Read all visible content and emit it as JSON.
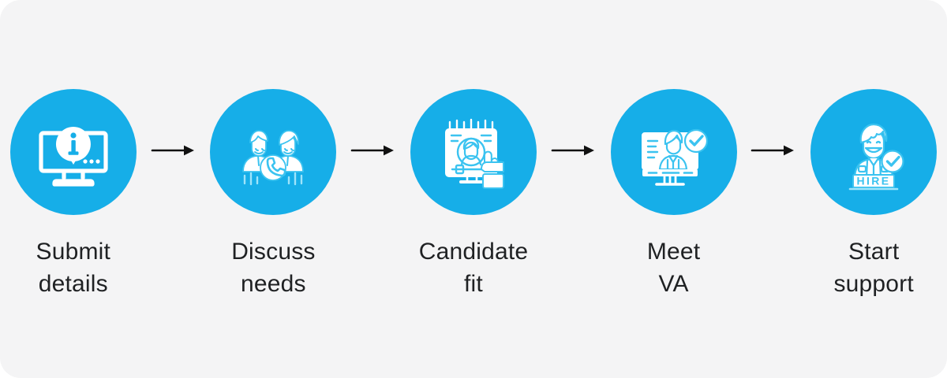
{
  "theme": {
    "card_background": "#f4f4f5",
    "page_background": "#ffffff",
    "accent": "#16aee8",
    "icon_color": "#ffffff",
    "label_color": "#1f2123",
    "arrow_color": "#111111"
  },
  "process": {
    "steps": [
      {
        "index": 1,
        "label": "Submit\ndetails",
        "icon": "monitor-info-bubble-icon",
        "icon_name": "submit-details-icon"
      },
      {
        "index": 2,
        "label": "Discuss\nneeds",
        "icon": "two-people-phone-call-icon",
        "icon_name": "discuss-needs-icon"
      },
      {
        "index": 3,
        "label": "Candidate\nfit",
        "icon": "candidate-profile-hand-select-icon",
        "icon_name": "candidate-fit-icon"
      },
      {
        "index": 4,
        "label": "Meet\nVA",
        "icon": "monitor-person-check-icon",
        "icon_name": "meet-va-icon"
      },
      {
        "index": 5,
        "label": "Start\nsupport",
        "icon": "person-hire-sign-check-icon",
        "icon_name": "start-support-icon",
        "sign_text": "HIRE"
      }
    ],
    "connectors": [
      {
        "icon": "arrow-right-icon"
      },
      {
        "icon": "arrow-right-icon"
      },
      {
        "icon": "arrow-right-icon"
      },
      {
        "icon": "arrow-right-icon"
      }
    ]
  }
}
